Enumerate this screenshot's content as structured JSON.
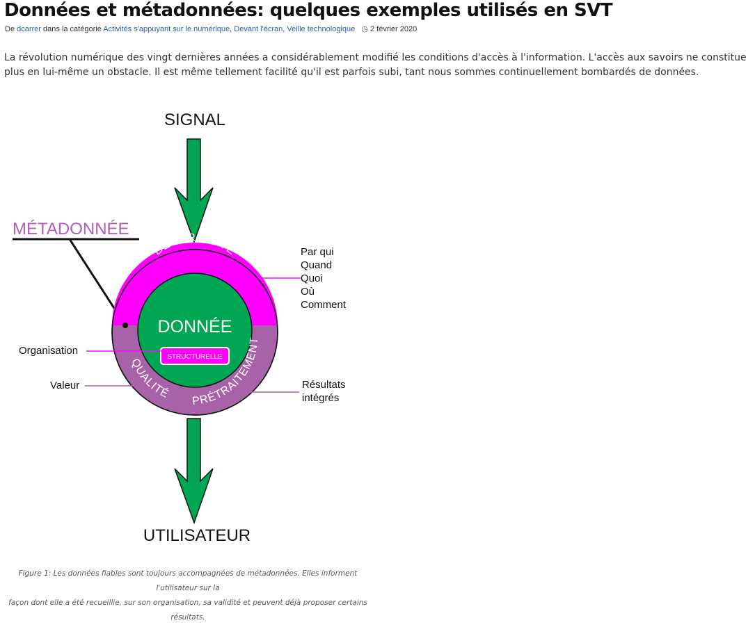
{
  "article": {
    "title": "Données et métadonnées: quelques exemples utilisés en SVT",
    "meta": {
      "by_label": "De",
      "author": "dcarrer",
      "category_label": "dans la catégorie",
      "categories": [
        "Activités s'appuyant sur le numérique",
        "Devant l'écran",
        "Veille technologique"
      ],
      "separator": ", ",
      "date": "2 février 2020"
    },
    "intro": "La révolution numérique des vingt dernières années a considérablement modifié les conditions d'accès à l'information. L'accès aux savoirs ne constitue plus en lui-même un obstacle. Il est même tellement facilité qu'il est parfois subi, tant nous sommes continuellement bombardés de données."
  },
  "diagram": {
    "signal": "SIGNAL",
    "utilisateur": "UTILISATEUR",
    "metadonnee": "MÉTADONNÉE",
    "donnee": "DONNÉE",
    "structurelle": "STRUCTURELLE",
    "descriptive": "DESCRIPTIVE",
    "qualite": "QUALITÉ",
    "pretraitement": "PRÉTRAITEMENT",
    "organisation": "Organisation",
    "valeur": "Valeur",
    "questions": [
      "Par qui",
      "Quand",
      "Quoi",
      "Où",
      "Comment"
    ],
    "resultats": [
      "Résultats",
      "intégrés"
    ],
    "colors": {
      "arrow": "#00a651",
      "descriptive": "#ff00ff",
      "lower_ring": "#a862a8",
      "core": "#00a651",
      "metadonnee_text": "#b05fb5"
    }
  },
  "caption": {
    "line1": "Figure 1: Les données fiables sont toujours accompagnées de métadonnées. Elles informent l'utilisateur sur la",
    "line2": "façon dont elle a été recueillie, sur son organisation, sa validité et peuvent déjà proposer certains résultats."
  }
}
